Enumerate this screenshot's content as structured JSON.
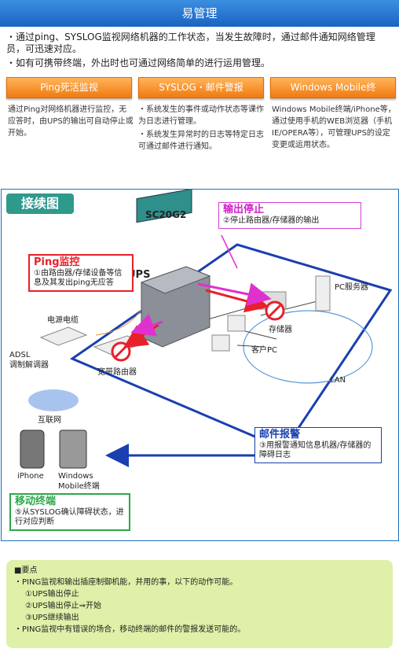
{
  "header": {
    "title": "易管理"
  },
  "intro": [
    "・通过ping、SYSLOG监视网络机器的工作状态，当发生故障时，通过邮件通知网络管理员，可迅速对应。",
    "・如有可携带终端，外出时也可通过网络简单的进行运用管理。"
  ],
  "features": [
    {
      "tab": "Ping死活监视",
      "text": [
        "通过Ping对网络机器进行监控，无应答时，由UPS的输出可自动停止或开始。"
      ]
    },
    {
      "tab": "SYSLOG・邮件警报",
      "text": [
        "・系统发生的事件或动作状态等课作为日志进行管理。",
        "・系统发生异常时的日志等特定日志可通过邮件进行通知。"
      ]
    },
    {
      "tab": "Windows Mobile终端/iPhone",
      "text": [
        "Windows Mobile终端/iPhone等，通过使用手机的WEB浏览器（手机IE/OPERA等），可管理UPS的设定变更或运用状态。"
      ]
    }
  ],
  "diagram": {
    "title": "接续图",
    "card": "SC20G2",
    "ups": "UPS",
    "power_cable": "电源电缆",
    "adsl": "ADSL\n调制解调器",
    "router": "宽带路由器",
    "internet": "互联网",
    "storage": "存储器",
    "pc_server": "PC服务器",
    "client_pc": "客户PC",
    "lan": "LAN",
    "iphone": "iPhone",
    "windows_mobile": "Windows\nMobile终端",
    "callouts": {
      "ping": {
        "title": "Ping监控",
        "text": "①由路由器/存储设备等信息及其发出ping无应答"
      },
      "output_stop": {
        "title": "输出停止",
        "text": "②停止路由器/存储器的输出"
      },
      "mail": {
        "title": "邮件报警",
        "text": "③用报警通知信息机器/存储器的障碍日志"
      },
      "mobile": {
        "title": "移动终端",
        "text": "⑤从SYSLOG确认障碍状态，进行对应判断"
      }
    }
  },
  "notes": {
    "title": "■要点",
    "lines": [
      "・PING监视和输出插座制御机能，并用的事，以下的动作可能。",
      "①UPS输出停止",
      "②UPS输出停止⇒开始",
      "③UPS继续输出",
      "・PING监视中有错误的场合，移动终端的邮件的警报发送可能的。"
    ]
  },
  "colors": {
    "header": "#1a63c2",
    "tab": "#f07a10",
    "accent_red": "#e8202a",
    "accent_blue": "#1a3fb0",
    "notes_bg": "#dff0a8"
  }
}
